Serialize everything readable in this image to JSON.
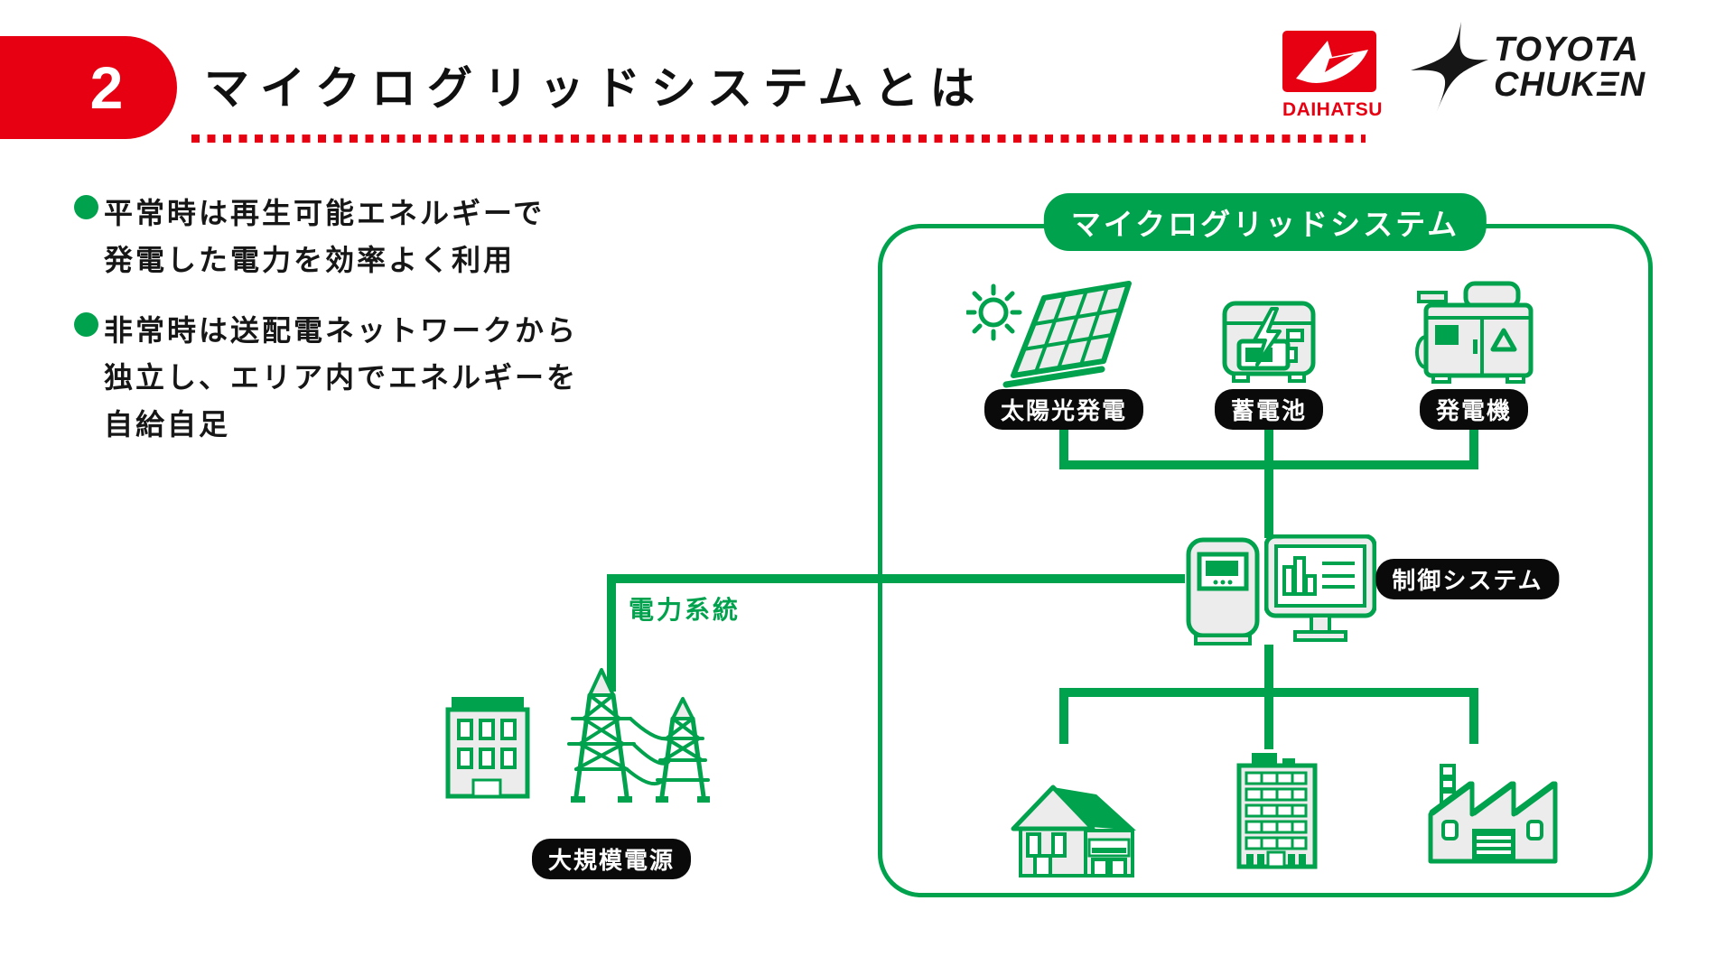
{
  "header": {
    "badge": "2",
    "title": "マイクログリッドシステムとは"
  },
  "logos": {
    "daihatsu": "DAIHATSU",
    "chuken_line1": "TOYOTA",
    "chuken_line2": "CHUKΞN"
  },
  "bullets": [
    {
      "lines": [
        "平常時は再生可能エネルギーで",
        "発電した電力を効率よく利用"
      ]
    },
    {
      "lines": [
        "非常時は送配電ネットワークから",
        "独立し、エリア内でエネルギーを",
        "自給自足"
      ]
    }
  ],
  "diagram": {
    "box_title": "マイクログリッドシステム",
    "labels": {
      "solar": "太陽光発電",
      "battery": "蓄電池",
      "generator": "発電機",
      "control": "制御システム",
      "grid_line": "電力系統",
      "bulk_power": "大規模電源"
    }
  },
  "colors": {
    "accent_green": "#00A24D",
    "accent_red": "#E60012",
    "pill_black": "#0A0A0A"
  }
}
